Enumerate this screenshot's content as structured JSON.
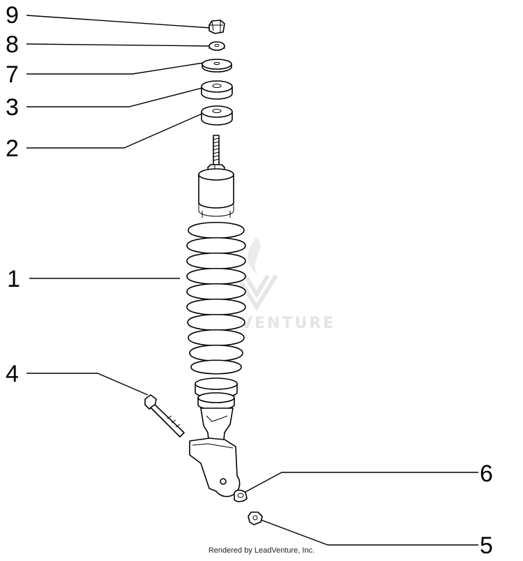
{
  "diagram": {
    "callouts": [
      {
        "id": "9",
        "label": "9"
      },
      {
        "id": "8",
        "label": "8"
      },
      {
        "id": "7",
        "label": "7"
      },
      {
        "id": "3",
        "label": "3"
      },
      {
        "id": "2",
        "label": "2"
      },
      {
        "id": "1",
        "label": "1"
      },
      {
        "id": "4",
        "label": "4"
      },
      {
        "id": "6",
        "label": "6"
      },
      {
        "id": "5",
        "label": "5"
      }
    ],
    "watermark_text": "LEADVENTURE",
    "credit": "Rendered by LeadVenture, Inc."
  }
}
